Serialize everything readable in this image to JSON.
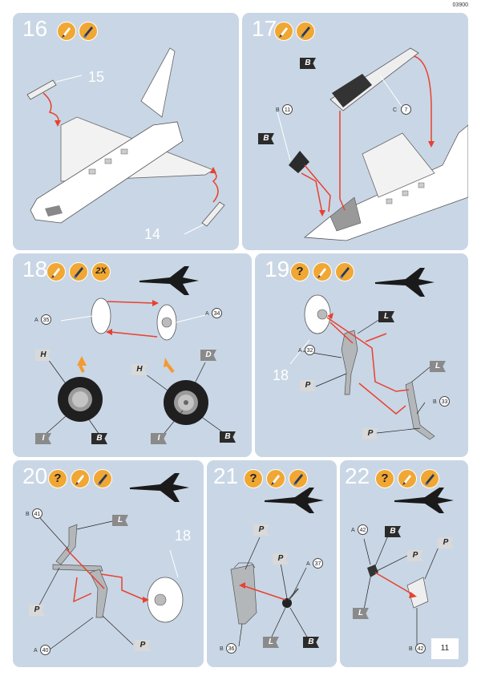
{
  "doc_code": "03900",
  "page_number": "11",
  "steps": {
    "s16": {
      "number": "16",
      "part_a": "15",
      "part_b": "14"
    },
    "s17": {
      "number": "17",
      "label_b": "B",
      "circle_b": "11",
      "label_c": "C",
      "circle_c": "7",
      "flag": "B"
    },
    "s18": {
      "number": "18",
      "multiplier": "2X",
      "label_a1": "A",
      "circle_a1": "35",
      "label_a2": "A",
      "circle_a2": "34",
      "flag_h1": "H",
      "flag_i1": "I",
      "flag_b1": "B",
      "flag_h2": "H",
      "flag_d": "D",
      "flag_i2": "I",
      "flag_b2": "B"
    },
    "s19": {
      "number": "19",
      "label_a": "A",
      "circle_a": "32",
      "label_b": "B",
      "circle_b": "33",
      "ref": "18",
      "flag_l1": "L",
      "flag_l2": "L",
      "flag_p1": "P",
      "flag_p2": "P"
    },
    "s20": {
      "number": "20",
      "label_b": "B",
      "circle_b": "41",
      "label_a": "A",
      "circle_a": "40",
      "ref": "18",
      "flag_l": "L",
      "flag_p1": "P",
      "flag_p2": "P"
    },
    "s21": {
      "number": "21",
      "label_a": "A",
      "circle_a": "37",
      "label_b": "B",
      "circle_b": "36",
      "flag_p1": "P",
      "flag_p2": "P",
      "flag_l": "L",
      "flag_b": "B"
    },
    "s22": {
      "number": "22",
      "label_a": "A",
      "circle_a": "42",
      "label_b": "B",
      "circle_b": "42",
      "flag_b": "B",
      "flag_p1": "P",
      "flag_p2": "P",
      "flag_l": "L"
    }
  },
  "icons": {
    "glue": "glue-icon",
    "paint": "paint-brush-icon",
    "question": "?",
    "silhouette": "jet-silhouette-icon"
  },
  "colors": {
    "panel": "#c9d6e5",
    "icon": "#f0a733",
    "arrow": "#e8412f",
    "hint_arrow": "#f39a2e"
  }
}
